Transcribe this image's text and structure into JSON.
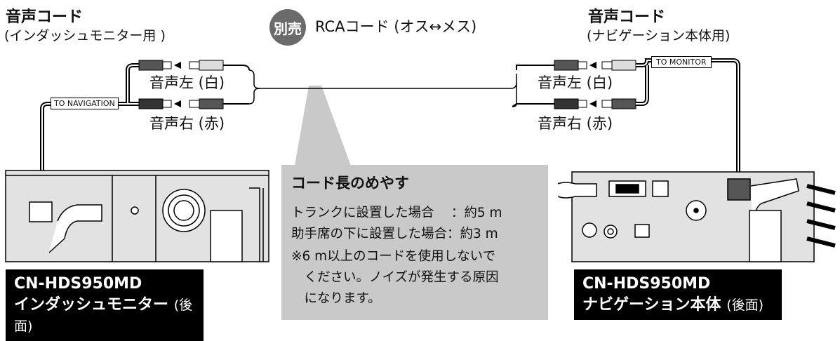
{
  "left_top_label": {
    "title": "音声コード",
    "sub": "(インダッシュモニター用 )"
  },
  "right_top_label": {
    "title": "音声コード",
    "sub": "(ナビゲーション本体用)"
  },
  "separately_sold_badge": "別売",
  "rca_cable_label": "RCAコード (オス↔メス)",
  "connectors": {
    "left_white": "音声左 (白)",
    "left_red": "音声右 (赤)",
    "right_white": "音声左 (白)",
    "right_red": "音声右 (赤)"
  },
  "tags": {
    "to_navigation": "TO NAVIGATION",
    "to_monitor": "TO MONITOR"
  },
  "note": {
    "title": "コード長のめやす",
    "line1": "トランクに設置した場合　 ：約5 m",
    "line2": "助手席の下に設置した場合：約3 m",
    "line3": "※6 m以上のコードを使用しないで",
    "line4": "　ください。ノイズが発生する原因",
    "line5": "　になります。"
  },
  "monitor_unit": {
    "model": "CN-HDS950MD",
    "name": "インダッシュモニター",
    "suffix": "(後面)"
  },
  "navigation_unit": {
    "model": "CN-HDS950MD",
    "name": "ナビゲーション本体",
    "suffix": "(後面)"
  }
}
